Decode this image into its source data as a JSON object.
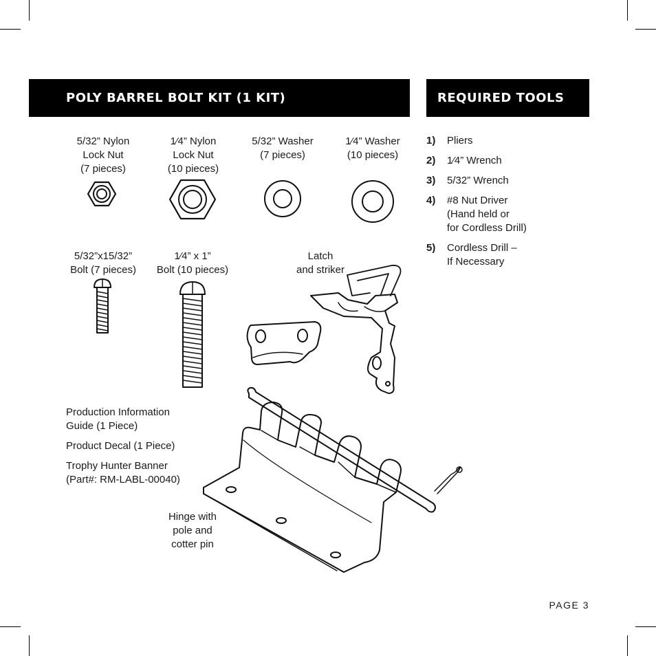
{
  "kit": {
    "heading": "POLY BARREL BOLT KIT (1 KIT)"
  },
  "tools_section": {
    "heading": "REQUIRED TOOLS",
    "items": [
      {
        "num": "1)",
        "lines": [
          "Pliers"
        ]
      },
      {
        "num": "2)",
        "lines": [
          "1⁄4” Wrench"
        ]
      },
      {
        "num": "3)",
        "lines": [
          "5/32” Wrench"
        ]
      },
      {
        "num": "4)",
        "lines": [
          "#8 Nut Driver",
          "(Hand held or",
          "for Cordless Drill)"
        ]
      },
      {
        "num": "5)",
        "lines": [
          "Cordless Drill –",
          "If Necessary"
        ]
      }
    ]
  },
  "parts": {
    "nut_small": {
      "lines": [
        "5/32” Nylon",
        "Lock Nut",
        "(7 pieces)"
      ],
      "icon": "small-lock-nut-icon"
    },
    "nut_large": {
      "lines": [
        "1⁄4” Nylon",
        "Lock Nut",
        "(10 pieces)"
      ],
      "icon": "large-lock-nut-icon"
    },
    "washer_small": {
      "lines": [
        "5/32” Washer",
        "(7 pieces)"
      ],
      "icon": "small-washer-icon"
    },
    "washer_large": {
      "lines": [
        "1⁄4” Washer",
        "(10 pieces)"
      ],
      "icon": "large-washer-icon"
    },
    "bolt_small": {
      "lines": [
        "5/32”x15/32”",
        "Bolt (7 pieces)"
      ],
      "icon": "short-bolt-icon"
    },
    "bolt_large": {
      "lines": [
        "1⁄4” x 1”",
        "Bolt (10 pieces)"
      ],
      "icon": "long-bolt-icon"
    },
    "latch": {
      "lines": [
        "Latch",
        "and striker"
      ],
      "icon": "latch-striker-icon"
    },
    "hinge": {
      "lines": [
        "Hinge with",
        "pole and",
        "cotter pin"
      ],
      "icon": "hinge-pole-cotter-pin-icon"
    }
  },
  "misc": [
    {
      "lines": [
        "Production Information",
        "Guide (1 Piece)"
      ]
    },
    {
      "lines": [
        "Product Decal (1 Piece)"
      ]
    },
    {
      "lines": [
        "Trophy Hunter Banner",
        "(Part#: RM-LABL-00040)"
      ]
    }
  ],
  "footer": {
    "page": "PAGE 3"
  }
}
